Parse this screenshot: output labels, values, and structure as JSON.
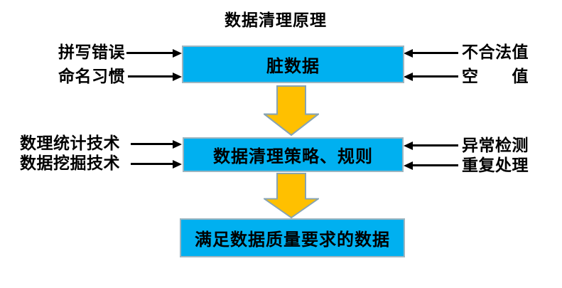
{
  "title": "数据清理原理",
  "boxes": {
    "dirty": "脏数据",
    "strategy": "数据清理策略、规则",
    "result": "满足数据质量要求的数据"
  },
  "labels": {
    "top_left": [
      "拼写错误",
      "命名习惯"
    ],
    "top_right": [
      "不合法值",
      "空　　值"
    ],
    "mid_left": [
      "数理统计技术",
      "数据挖掘技术"
    ],
    "mid_right": [
      "异常检测",
      "重复处理"
    ]
  },
  "colors": {
    "box_fill": "#00b0f0",
    "box_border": "#9db5c0",
    "flow_arrow_fill": "#ffc000",
    "flow_arrow_outline": "#86a3b3",
    "connector": "#000000",
    "text": "#000000",
    "background": "#ffffff"
  }
}
